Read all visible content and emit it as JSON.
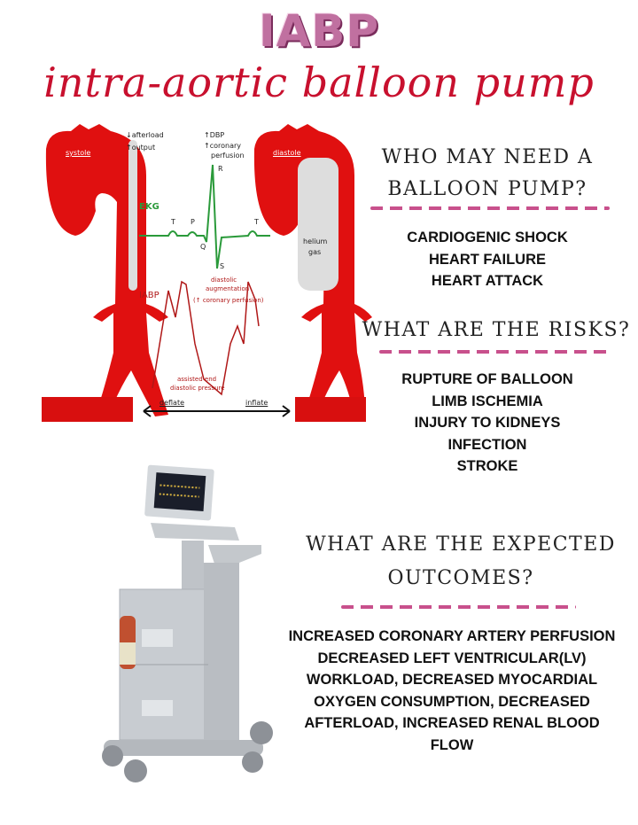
{
  "title": "IABP",
  "subtitle": "intra-aortic balloon pump",
  "diagram": {
    "systole_label": "systole",
    "diastole_label": "diastole",
    "afterload": "↓afterload",
    "output": "↑output",
    "dbp": "↑DBP",
    "coronary": "↑coronary",
    "perfusion": "perfusion",
    "ekg_label": "EKG",
    "ekg_points": {
      "t1": "T",
      "p": "P",
      "r": "R",
      "q": "Q",
      "s": "S",
      "t2": "T"
    },
    "helium": "helium",
    "gas": "gas",
    "iabp_label": "IABP",
    "diastolic": "diastolic",
    "augmentation": "augmentation",
    "coronary_perfusion": "(↑ coronary perfusion)",
    "assisted": "assisted end",
    "diastolic_pressure": "diastolic pressure",
    "deflate": "deflate",
    "inflate": "inflate"
  },
  "sections": [
    {
      "heading_lines": [
        "WHO MAY NEED A",
        "BALLOON PUMP?"
      ],
      "items": [
        "CARDIOGENIC SHOCK",
        "HEART FAILURE",
        "HEART ATTACK"
      ]
    },
    {
      "heading_lines": [
        "WHAT ARE THE RISKS?"
      ],
      "items": [
        "RUPTURE OF BALLOON",
        "LIMB ISCHEMIA",
        "INJURY TO KIDNEYS",
        "INFECTION",
        "STROKE"
      ]
    },
    {
      "heading_lines": [
        "WHAT ARE THE EXPECTED",
        "OUTCOMES?"
      ],
      "items": [
        "INCREASED CORONARY ARTERY PERFUSION",
        "DECREASED LEFT VENTRICULAR(LV)",
        "WORKLOAD, DECREASED MYOCARDIAL",
        "OXYGEN CONSUMPTION, DECREASED",
        "AFTERLOAD, INCREASED RENAL BLOOD",
        "FLOW"
      ]
    }
  ],
  "colors": {
    "accent_pink": "#c8508c",
    "aorta_red": "#e01010",
    "ekg_green": "#2a9a3a"
  }
}
